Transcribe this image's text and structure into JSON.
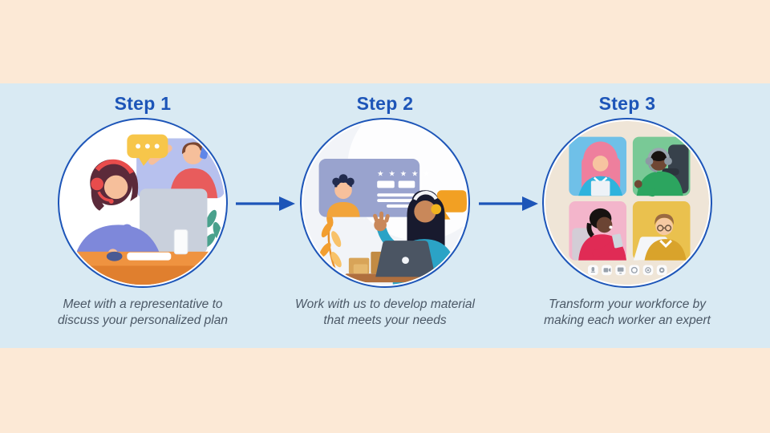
{
  "slide": {
    "background_color": "#fce9d6",
    "band_color": "#d9eaf3",
    "accent_color": "#1d55b8",
    "caption_color": "#4b5866"
  },
  "steps": [
    {
      "title": "Step 1",
      "caption_lines": [
        "Meet with a representative to",
        "discuss your personalized plan"
      ],
      "illustration": "support-representative-on-video-call"
    },
    {
      "title": "Step 2",
      "caption_lines": [
        "Work with us to develop material",
        "that meets your needs"
      ],
      "illustration": "developing-material-at-laptop"
    },
    {
      "title": "Step 3",
      "caption_lines": [
        "Transform your workforce by",
        "making each worker an expert"
      ],
      "illustration": "team-video-conference-grid"
    }
  ],
  "conference_control_icons": [
    "mic",
    "camera",
    "screen-share",
    "emoji",
    "record",
    "settings"
  ],
  "rating_card": {
    "stars": "★ ★ ★ ★ ★"
  }
}
